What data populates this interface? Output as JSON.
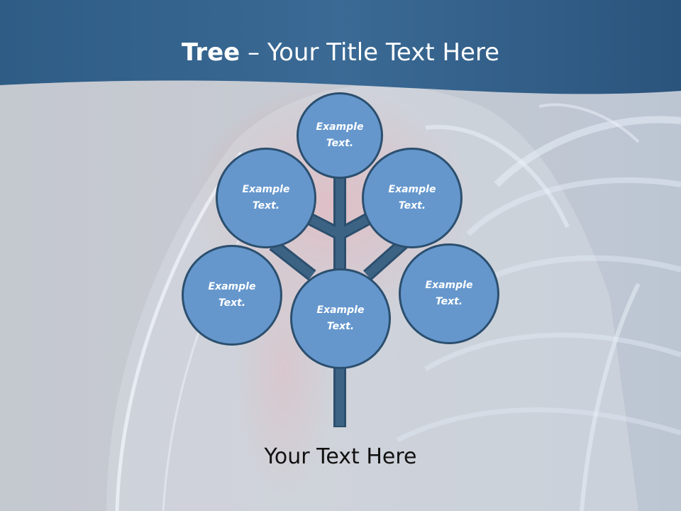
{
  "slide": {
    "title_bold": "Tree",
    "title_rest": " – Your Title Text Here",
    "caption": "Your Text Here"
  },
  "tree": {
    "nodes": [
      {
        "id": "top",
        "label": "Example Text."
      },
      {
        "id": "upper-left",
        "label": "Example Text."
      },
      {
        "id": "upper-right",
        "label": "Example Text."
      },
      {
        "id": "lower-left",
        "label": "Example Text."
      },
      {
        "id": "lower-right",
        "label": "Example Text."
      },
      {
        "id": "center",
        "label": "Example Text."
      }
    ]
  },
  "colors": {
    "header": "#2f5f87",
    "node_fill": "#6597cd",
    "node_border": "#2c4f6e",
    "trunk": "#3b5f7f"
  }
}
